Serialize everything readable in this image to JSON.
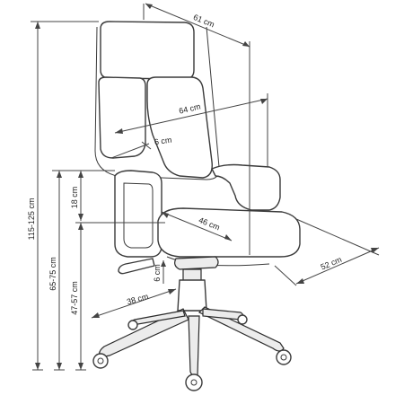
{
  "diagram": {
    "dimensions": {
      "overall_height": "115-125 cm",
      "seat_height": "65-75 cm",
      "armrest_height": "47-57 cm",
      "armrest_to_seat": "18 cm",
      "depth": "61 cm",
      "width": "64 cm",
      "backrest_gap": "6 cm",
      "seat_width": "46 cm",
      "seat_depth": "52 cm",
      "base_radius": "38 cm",
      "gas_lift_offset": "6 cm"
    }
  }
}
